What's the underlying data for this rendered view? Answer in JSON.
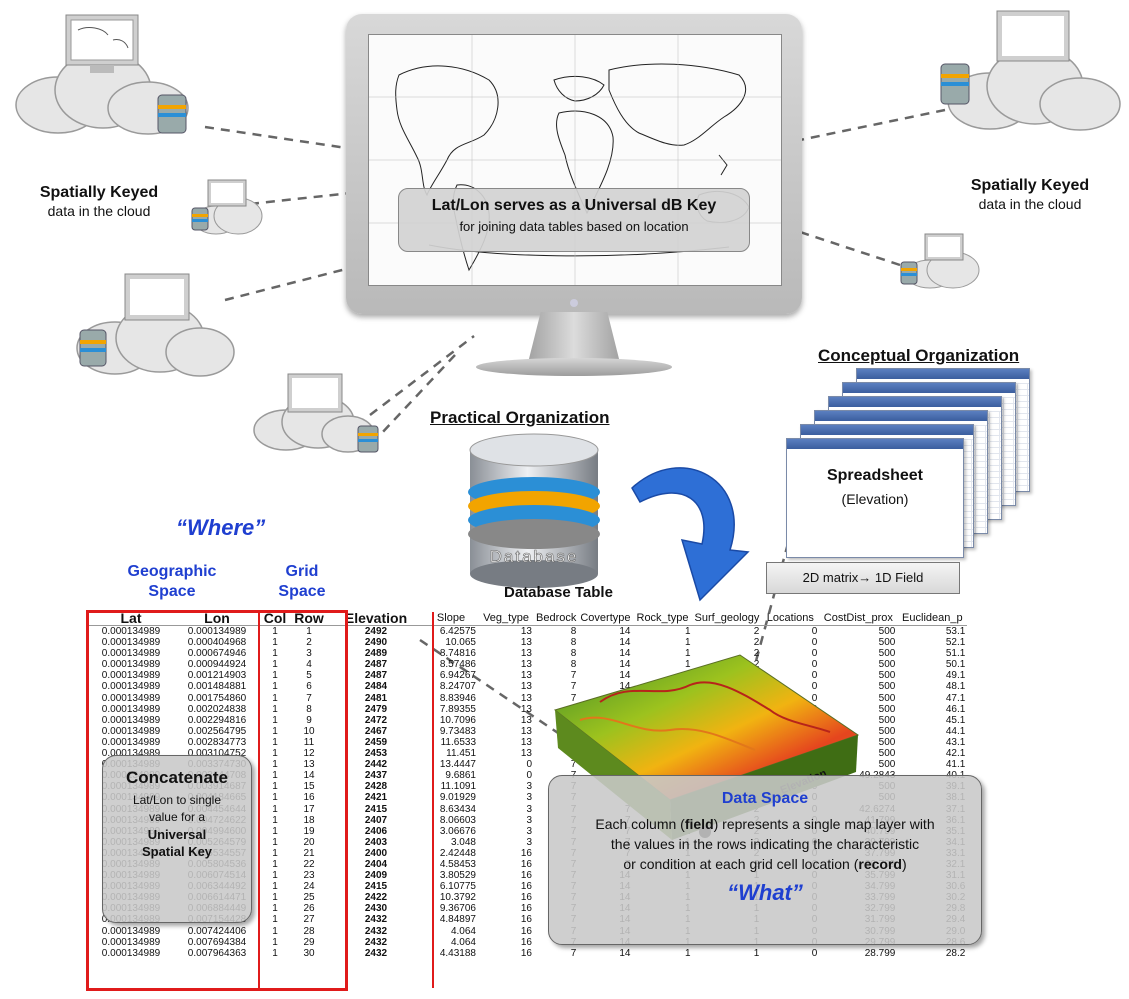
{
  "monitor": {
    "callout_title": "Lat/Lon serves as a Universal dB Key",
    "callout_sub": "for joining data tables based on location"
  },
  "cloud_captions": {
    "left": {
      "bold": "Spatially Keyed",
      "rest": "data in the cloud"
    },
    "right": {
      "bold": "Spatially Keyed",
      "rest": "data in the cloud"
    }
  },
  "headings": {
    "conceptual": "Conceptual Organization",
    "practical": "Practical Organization"
  },
  "database": {
    "drum_label": "Database",
    "caption": "Database Table"
  },
  "spreadsheet": {
    "title": "Spreadsheet",
    "subtitle": "(Elevation)"
  },
  "matrix_label": "2D matrix→  1D Field",
  "where_label": "“Where”",
  "geo_space": [
    "Geographic",
    "Space"
  ],
  "grid_space": [
    "Grid",
    "Space"
  ],
  "terrain_label": "Elevation",
  "concatenate": {
    "title": "Concatenate",
    "lines": [
      "Lat/Lon to single",
      "value for a"
    ],
    "bold_lines": [
      "Universal",
      "Spatial Key"
    ]
  },
  "data_space": {
    "title": "Data Space",
    "body_1": "Each column (",
    "body_field": "field",
    "body_2": ") represents a single map layer with",
    "body_3": "the values in the rows indicating the characteristic",
    "body_4": "or condition at each grid cell location (",
    "body_record": "record",
    "body_5": ")",
    "what": "“What”"
  },
  "table": {
    "columns": [
      "Lat",
      "Lon",
      "Col",
      "Row",
      "Elevation",
      "Slope",
      "Veg_type",
      "Bedrock",
      "Covertype",
      "Rock_type",
      "Surf_geology",
      "Locations",
      "CostDist_prox",
      "Euclidean_p"
    ],
    "rows": [
      [
        "0.000134989",
        "0.000134989",
        "1",
        "1",
        "2492",
        "6.42575",
        "13",
        "8",
        "14",
        "1",
        "2",
        "0",
        "500",
        "53.1"
      ],
      [
        "0.000134989",
        "0.000404968",
        "1",
        "2",
        "2490",
        "10.065",
        "13",
        "8",
        "14",
        "1",
        "2",
        "0",
        "500",
        "52.1"
      ],
      [
        "0.000134989",
        "0.000674946",
        "1",
        "3",
        "2489",
        "8.74816",
        "13",
        "8",
        "14",
        "1",
        "2",
        "0",
        "500",
        "51.1"
      ],
      [
        "0.000134989",
        "0.000944924",
        "1",
        "4",
        "2487",
        "8.57486",
        "13",
        "8",
        "14",
        "1",
        "2",
        "0",
        "500",
        "50.1"
      ],
      [
        "0.000134989",
        "0.001214903",
        "1",
        "5",
        "2487",
        "6.94267",
        "13",
        "7",
        "14",
        "1",
        "2",
        "0",
        "500",
        "49.1"
      ],
      [
        "0.000134989",
        "0.001484881",
        "1",
        "6",
        "2484",
        "8.24707",
        "13",
        "7",
        "14",
        "1",
        "2",
        "0",
        "500",
        "48.1"
      ],
      [
        "0.000134989",
        "0.001754860",
        "1",
        "7",
        "2481",
        "8.83946",
        "13",
        "7",
        "14",
        "1",
        "2",
        "0",
        "500",
        "47.1"
      ],
      [
        "0.000134989",
        "0.002024838",
        "1",
        "8",
        "2479",
        "7.89355",
        "13",
        "7",
        "14",
        "1",
        "2",
        "0",
        "500",
        "46.1"
      ],
      [
        "0.000134989",
        "0.002294816",
        "1",
        "9",
        "2472",
        "10.7096",
        "13",
        "7",
        "14",
        "1",
        "2",
        "0",
        "500",
        "45.1"
      ],
      [
        "0.000134989",
        "0.002564795",
        "1",
        "10",
        "2467",
        "9.73483",
        "13",
        "7",
        "14",
        "1",
        "2",
        "0",
        "500",
        "44.1"
      ],
      [
        "0.000134989",
        "0.002834773",
        "1",
        "11",
        "2459",
        "11.6533",
        "13",
        "7",
        "14",
        "1",
        "2",
        "0",
        "500",
        "43.1"
      ],
      [
        "0.000134989",
        "0.003104752",
        "1",
        "12",
        "2453",
        "11.451",
        "13",
        "7",
        "14",
        "1",
        "2",
        "0",
        "500",
        "42.1"
      ],
      [
        "0.000134989",
        "0.003374730",
        "1",
        "13",
        "2442",
        "13.4447",
        "0",
        "7",
        "14",
        "1",
        "2",
        "0",
        "500",
        "41.1"
      ],
      [
        "0.000134989",
        "0.003644708",
        "1",
        "14",
        "2437",
        "9.6861",
        "0",
        "7",
        "5",
        "1",
        "2",
        "0",
        "49.2843",
        "40.1"
      ],
      [
        "0.000134989",
        "0.003914687",
        "1",
        "15",
        "2428",
        "11.1091",
        "3",
        "7",
        "7",
        "1",
        "2",
        "0",
        "500",
        "39.1"
      ],
      [
        "0.000134989",
        "0.004184665",
        "1",
        "16",
        "2421",
        "9.01929",
        "3",
        "7",
        "7",
        "1",
        "2",
        "0",
        "500",
        "38.1"
      ],
      [
        "0.000134989",
        "0.004454644",
        "1",
        "17",
        "2415",
        "8.63434",
        "3",
        "7",
        "7",
        "1",
        "2",
        "0",
        "42.6274",
        "37.1"
      ],
      [
        "0.000134989",
        "0.004724622",
        "1",
        "18",
        "2407",
        "8.06603",
        "3",
        "7",
        "7",
        "1",
        "2",
        "0",
        "41.799",
        "36.1"
      ],
      [
        "0.000134989",
        "0.004994600",
        "1",
        "19",
        "2406",
        "3.06676",
        "3",
        "7",
        "7",
        "1",
        "2",
        "0",
        "40.799",
        "35.1"
      ],
      [
        "0.000134989",
        "0.005264579",
        "1",
        "20",
        "2403",
        "3.048",
        "3",
        "7",
        "7",
        "1",
        "2",
        "0",
        "39.799",
        "34.1"
      ],
      [
        "0.000134989",
        "0.005534557",
        "1",
        "21",
        "2400",
        "2.42448",
        "16",
        "7",
        "7",
        "1",
        "2",
        "0",
        "37.799",
        "33.1"
      ],
      [
        "0.000134989",
        "0.005804536",
        "1",
        "22",
        "2404",
        "4.58453",
        "16",
        "7",
        "7",
        "1",
        "2",
        "0",
        "36.799",
        "32.1"
      ],
      [
        "0.000134989",
        "0.006074514",
        "1",
        "23",
        "2409",
        "3.80529",
        "16",
        "7",
        "14",
        "1",
        "1",
        "0",
        "35.799",
        "31.1"
      ],
      [
        "0.000134989",
        "0.006344492",
        "1",
        "24",
        "2415",
        "6.10775",
        "16",
        "7",
        "14",
        "1",
        "1",
        "0",
        "34.799",
        "30.6"
      ],
      [
        "0.000134989",
        "0.006614471",
        "1",
        "25",
        "2422",
        "10.3792",
        "16",
        "7",
        "14",
        "1",
        "1",
        "0",
        "33.799",
        "30.2"
      ],
      [
        "0.000134989",
        "0.006884449",
        "1",
        "26",
        "2430",
        "9.36706",
        "16",
        "7",
        "14",
        "1",
        "1",
        "0",
        "32.799",
        "29.8"
      ],
      [
        "0.000134989",
        "0.007154428",
        "1",
        "27",
        "2432",
        "4.84897",
        "16",
        "7",
        "14",
        "1",
        "1",
        "0",
        "31.799",
        "29.4"
      ],
      [
        "0.000134989",
        "0.007424406",
        "1",
        "28",
        "2432",
        "4.064",
        "16",
        "7",
        "14",
        "1",
        "1",
        "0",
        "30.799",
        "29.0"
      ],
      [
        "0.000134989",
        "0.007694384",
        "1",
        "29",
        "2432",
        "4.064",
        "16",
        "7",
        "14",
        "1",
        "1",
        "0",
        "29.799",
        "28.6"
      ],
      [
        "0.000134989",
        "0.007964363",
        "1",
        "30",
        "2432",
        "4.43188",
        "16",
        "7",
        "14",
        "1",
        "1",
        "0",
        "28.799",
        "28.2"
      ]
    ]
  },
  "colors": {
    "accent_blue": "#1f3fd0",
    "highlight_red": "#e01b1b"
  }
}
